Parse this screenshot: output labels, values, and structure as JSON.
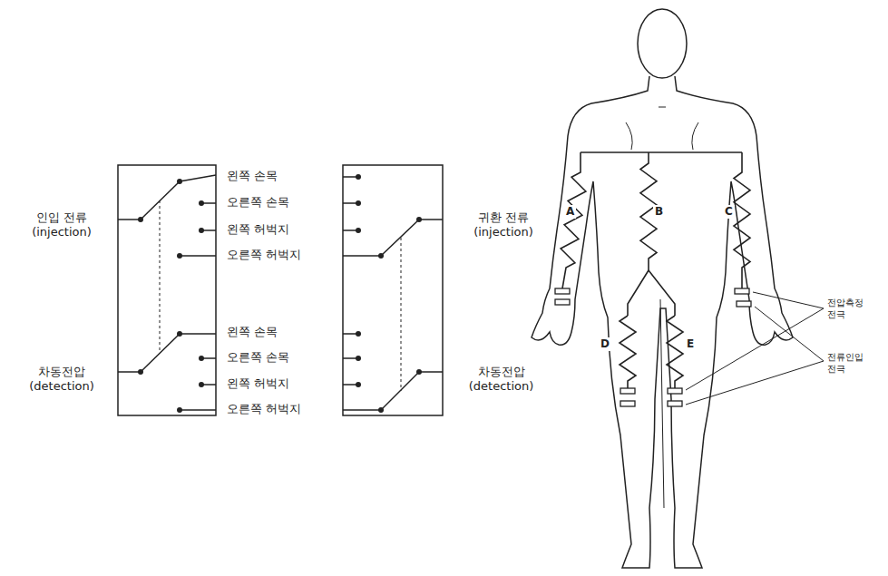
{
  "diagram": {
    "labels": [
      "인입 전류 (injection)",
      "왼쪽 손목",
      "오른쪽 손목",
      "왼쪽 허벅지",
      "오른쪽 허벅지",
      "귀환 전류 (injection)",
      "차동전압 (detection)",
      "왼쪽 손목",
      "오른쪽 손목",
      "왼쪽 허벅지",
      "오른쪽 허벅지",
      "차동전압 (detection)",
      "A",
      "B",
      "C",
      "D",
      "E",
      "전압측정 전극",
      "전류인입 전극"
    ]
  }
}
